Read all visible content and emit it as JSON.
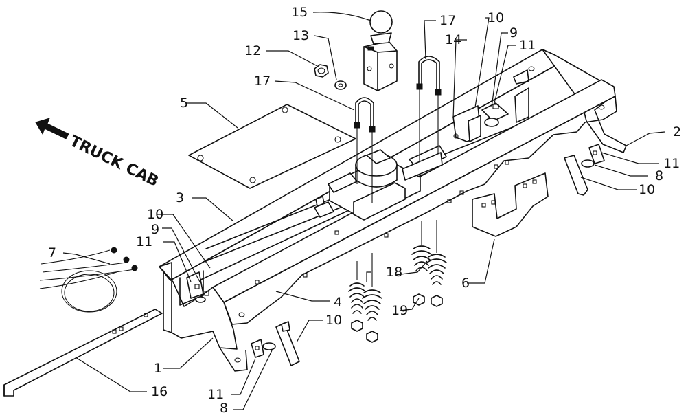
{
  "direction_label": "TRUCK CAB",
  "callouts": [
    {
      "id": "c1",
      "text": "1"
    },
    {
      "id": "c2",
      "text": "2"
    },
    {
      "id": "c3",
      "text": "3"
    },
    {
      "id": "c4",
      "text": "4"
    },
    {
      "id": "c5",
      "text": "5"
    },
    {
      "id": "c6",
      "text": "6"
    },
    {
      "id": "c7",
      "text": "7"
    },
    {
      "id": "c8a",
      "text": "8"
    },
    {
      "id": "c8b",
      "text": "8"
    },
    {
      "id": "c9a",
      "text": "9"
    },
    {
      "id": "c9b",
      "text": "9"
    },
    {
      "id": "c10a",
      "text": "10"
    },
    {
      "id": "c10b",
      "text": "10"
    },
    {
      "id": "c10c",
      "text": "10"
    },
    {
      "id": "c10d",
      "text": "10"
    },
    {
      "id": "c11a",
      "text": "11"
    },
    {
      "id": "c11b",
      "text": "11"
    },
    {
      "id": "c11c",
      "text": "11"
    },
    {
      "id": "c11d",
      "text": "11"
    },
    {
      "id": "c12",
      "text": "12"
    },
    {
      "id": "c13",
      "text": "13"
    },
    {
      "id": "c14",
      "text": "14"
    },
    {
      "id": "c15",
      "text": "15"
    },
    {
      "id": "c16",
      "text": "16"
    },
    {
      "id": "c17a",
      "text": "17"
    },
    {
      "id": "c17b",
      "text": "17"
    },
    {
      "id": "c18",
      "text": "18"
    },
    {
      "id": "c19",
      "text": "19"
    }
  ]
}
